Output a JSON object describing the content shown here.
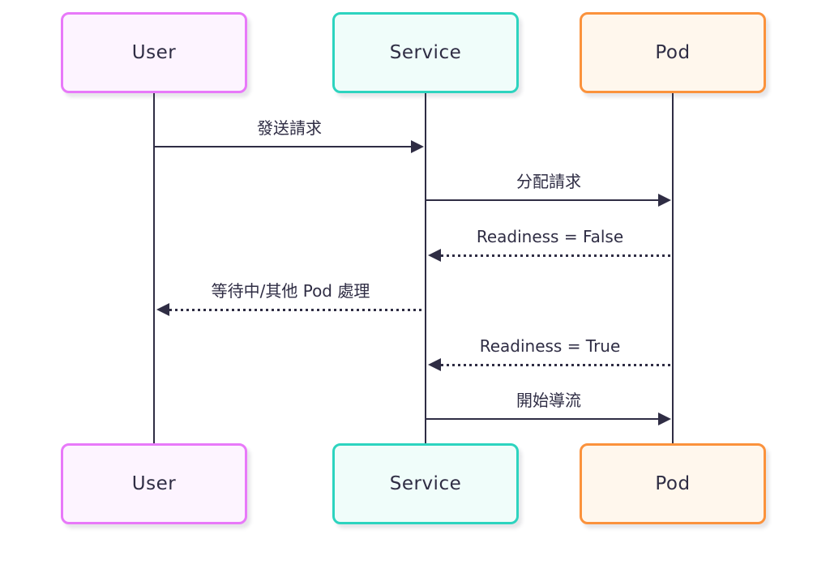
{
  "diagram": {
    "type": "sequence-diagram",
    "background_color": "#ffffff",
    "line_color": "#2f2d44",
    "actors": [
      {
        "id": "user",
        "label": "User",
        "border_color": "#e879f9",
        "fill_color": "#fdf4ff"
      },
      {
        "id": "service",
        "label": "Service",
        "border_color": "#2dd4bf",
        "fill_color": "#f0fdfa"
      },
      {
        "id": "pod",
        "label": "Pod",
        "border_color": "#fb923c",
        "fill_color": "#fff7ed"
      }
    ],
    "messages": [
      {
        "from": "User",
        "to": "Service",
        "label": "發送請求",
        "line_style": "solid",
        "direction": "right"
      },
      {
        "from": "Service",
        "to": "Pod",
        "label": "分配請求",
        "line_style": "solid",
        "direction": "right"
      },
      {
        "from": "Pod",
        "to": "Service",
        "label": "Readiness = False",
        "line_style": "dotted",
        "direction": "left"
      },
      {
        "from": "Service",
        "to": "User",
        "label": "等待中/其他 Pod 處理",
        "line_style": "dotted",
        "direction": "left"
      },
      {
        "from": "Pod",
        "to": "Service",
        "label": "Readiness = True",
        "line_style": "dotted",
        "direction": "left"
      },
      {
        "from": "Service",
        "to": "Pod",
        "label": "開始導流",
        "line_style": "solid",
        "direction": "right"
      }
    ]
  }
}
